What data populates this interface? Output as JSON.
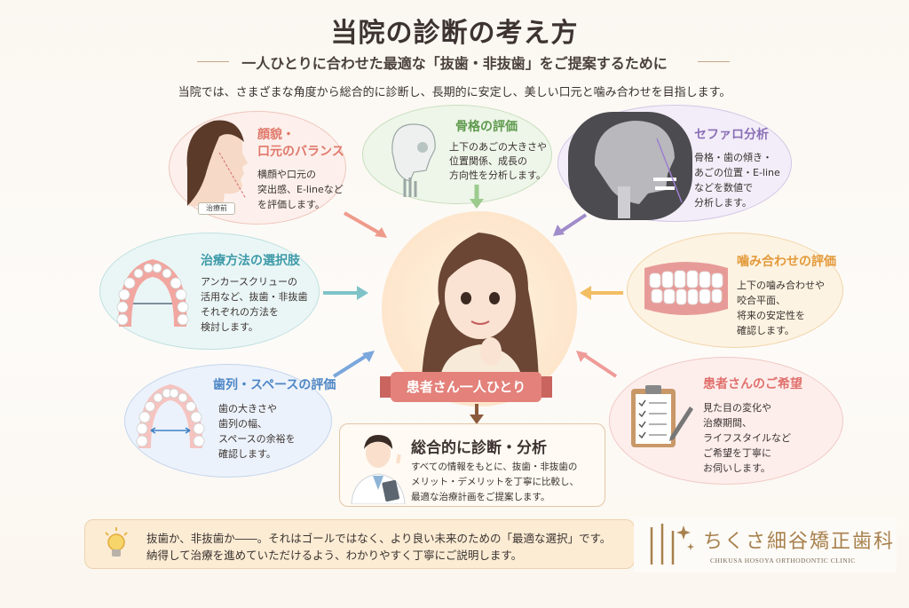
{
  "header": {
    "title": "当院の診断の考え方",
    "subtitle": "一人ひとりに合わせた最適な「抜歯・非抜歯」をご提案するために",
    "intro": "当院では、さまざまな角度から総合的に診断し、長期的に安定し、美しい口元と噛み合わせを目指します。"
  },
  "bubbles": {
    "face": {
      "title_1": "顔貌・",
      "title_2": "口元のバランス",
      "lines": [
        "横顔や口元の",
        "突出感、E-lineなど",
        "を評価します。"
      ],
      "tag": "治療前"
    },
    "skeleton": {
      "title": "骨格の評価",
      "lines": [
        "上下のあごの大きさや",
        "位置関係、成長の",
        "方向性を分析します。"
      ]
    },
    "cephalo": {
      "title": "セファロ分析",
      "lines": [
        "骨格・歯の傾き・",
        "あごの位置・E-line",
        "などを数値で",
        "分析します。"
      ]
    },
    "options": {
      "title": "治療方法の選択肢",
      "lines": [
        "アンカースクリューの",
        "活用など、抜歯・非抜歯",
        "それぞれの方法を",
        "検討します。"
      ]
    },
    "bite": {
      "title": "噛み合わせの評価",
      "lines": [
        "上下の噛み合わせや",
        "咬合平面、",
        "将来の安定性を",
        "確認します。"
      ]
    },
    "space": {
      "title": "歯列・スペースの評価",
      "lines": [
        "歯の大きさや",
        "歯列の幅、",
        "スペースの余裕を",
        "確認します。"
      ]
    },
    "wishes": {
      "title": "患者さんのご希望",
      "lines": [
        "見た目の変化や",
        "治療期間、",
        "ライフスタイルなど",
        "ご希望を丁寧に",
        "お伺いします。"
      ]
    }
  },
  "center": {
    "ribbon": "患者さん一人ひとり"
  },
  "diagnosis": {
    "title": "総合的に診断・分析",
    "lines": [
      "すべての情報をもとに、抜歯・非抜歯の",
      "メリット・デメリットを丁寧に比較し、",
      "最適な治療計画をご提案します。"
    ]
  },
  "footer": {
    "lines": [
      "抜歯か、非抜歯か――。それはゴールではなく、より良い未来のための「最適な選択」です。",
      "納得して治療を進めていただけるよう、わかりやすく丁寧にご説明します。"
    ],
    "icon": "lightbulb-icon"
  },
  "logo": {
    "name": "ちくさ細谷矯正歯科",
    "english": "CHIKUSA HOSOYA ORTHODONTIC CLINIC"
  },
  "colors": {
    "face": "#e0786b",
    "skeleton": "#6da85c",
    "cephalo": "#8a6fb6",
    "options": "#3e9aa8",
    "bite": "#e39a3a",
    "space": "#4d86c6",
    "wishes": "#e0706c",
    "ribbon": "#e3817a",
    "logo": "#a8804d"
  }
}
